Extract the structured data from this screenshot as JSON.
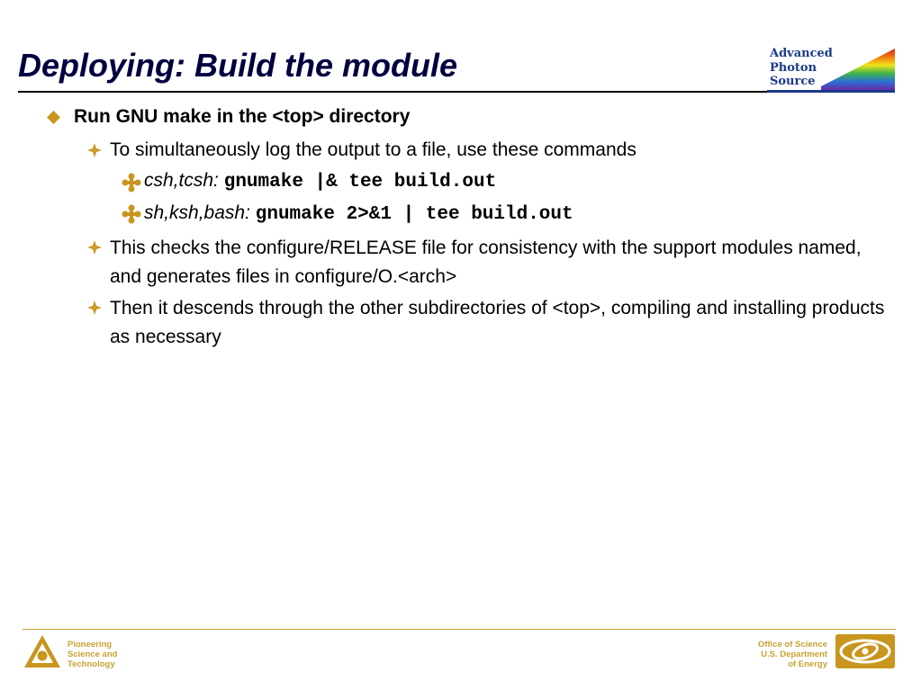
{
  "slide": {
    "title": "Deploying: Build the module",
    "aps_logo": [
      "Advanced",
      "Photon",
      "Source"
    ]
  },
  "bullets": {
    "level1": "Run GNU make in the <top> directory",
    "b1": "To simultaneously log the output to a file, use these commands",
    "cmd1_prefix": "csh,tcsh:",
    "cmd1": "gnumake |& tee build.out",
    "cmd2_prefix": "sh,ksh,bash:",
    "cmd2": "gnumake 2>&1 | tee build.out",
    "b2": "This checks the configure/RELEASE file for consistency with the support modules named, and generates files in configure/O.<arch>",
    "b3": "Then it descends through the other subdirectories of <top>, compiling and installing products as necessary"
  },
  "footer": {
    "left_lines": [
      "Pioneering",
      "Science and",
      "Technology"
    ],
    "right_lines": [
      "Office of Science",
      "U.S. Department",
      "of Energy"
    ]
  },
  "colors": {
    "title": "#000040",
    "bullet_gold": "#c8961e",
    "footer_gold": "#c8a233",
    "aps_blue": "#1b3a8a"
  },
  "icons": {
    "level1_bullet": "diamond-bullet-icon",
    "level2_bullet": "four-point-star-bullet-icon",
    "level3_bullet": "cross-bullet-icon"
  }
}
